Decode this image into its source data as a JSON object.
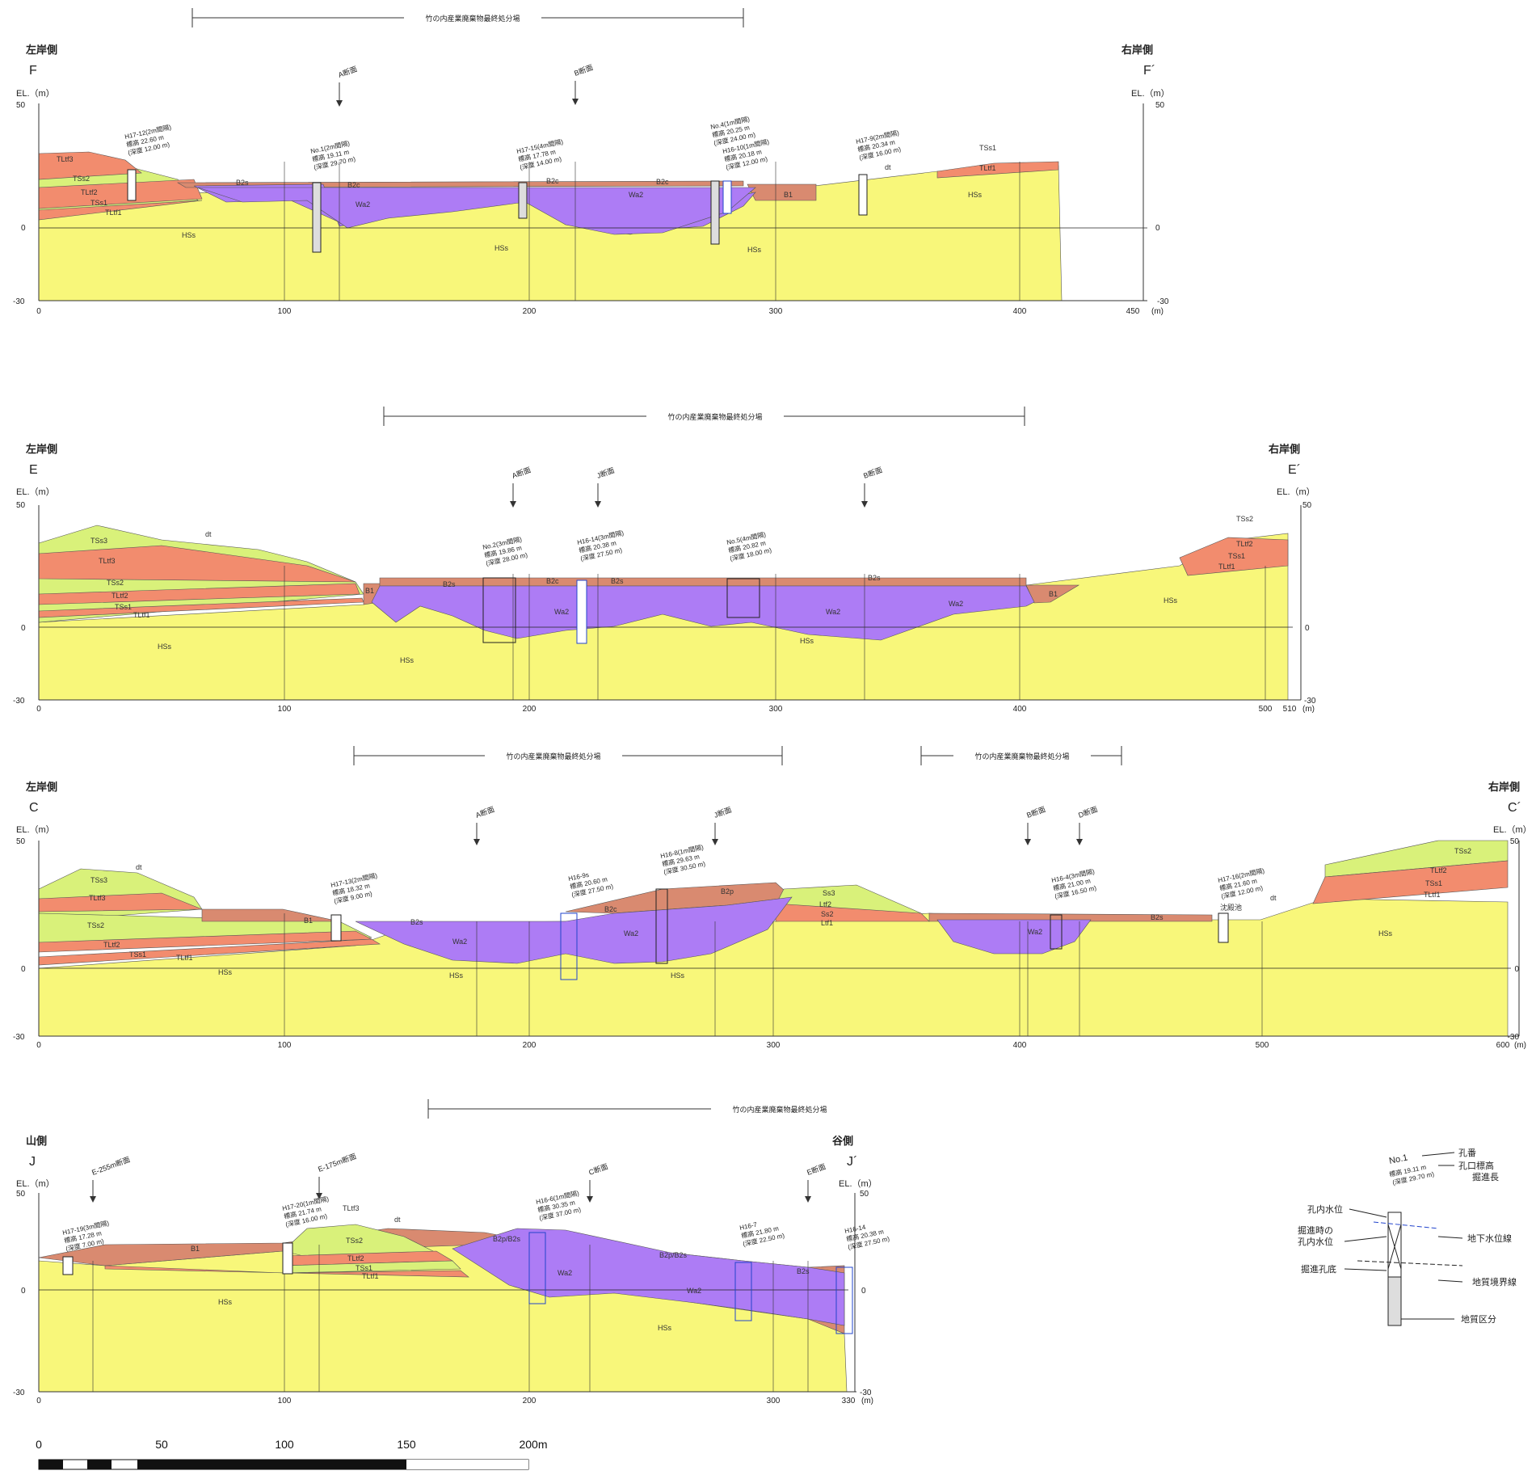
{
  "site_banner": "竹の内産業廃棄物最終処分場",
  "units": {
    "el": "EL.（m）",
    "m": "(m)"
  },
  "sections": [
    {
      "id": "F",
      "left_side": "左岸側",
      "right_side": "右岸側",
      "left_mark": "F",
      "right_mark": "F´",
      "x_ticks": [
        "0",
        "100",
        "200",
        "300",
        "400",
        "450"
      ],
      "y_ticks": [
        "50",
        "0",
        "-30"
      ],
      "refs": [
        "A断面",
        "B断面"
      ],
      "boreholes": [
        {
          "no": "H17-12(2m間隔)",
          "el": "標高 22.60 m",
          "depth": "(深度 12.00 m)"
        },
        {
          "no": "No.1(2m間隔)",
          "el": "標高 19.11 m",
          "depth": "(深度 29.70 m)"
        },
        {
          "no": "H17-15(4m間隔)",
          "el": "標高 17.78 m",
          "depth": "(深度 14.00 m)"
        },
        {
          "no": "No.4(1m間隔)",
          "el": "標高 20.25 m",
          "depth": "(深度 24.00 m)"
        },
        {
          "no": "H16-10(1m間隔)",
          "el": "標高 20.18 m",
          "depth": "(深度 12.00 m)"
        },
        {
          "no": "H17-9(2m間隔)",
          "el": "標高 20.34 m",
          "depth": "(深度 16.00 m)"
        }
      ],
      "layers": [
        "TLtf3",
        "TSs2",
        "TLtf2",
        "TSs1",
        "TLtf1",
        "HSs",
        "B2s",
        "B2c",
        "Wa2",
        "B2c",
        "B2c",
        "HSs",
        "HSs",
        "B1",
        "dt",
        "TSs1",
        "TLtf1",
        "HSs"
      ]
    },
    {
      "id": "E",
      "left_side": "左岸側",
      "right_side": "右岸側",
      "left_mark": "E",
      "right_mark": "E´",
      "x_ticks": [
        "0",
        "100",
        "200",
        "300",
        "400",
        "500",
        "510"
      ],
      "y_ticks": [
        "50",
        "0",
        "-30"
      ],
      "refs": [
        "A断面",
        "J断面",
        "B断面"
      ],
      "boreholes": [
        {
          "no": "No.2(3m間隔)",
          "el": "標高 19.86 m",
          "depth": "(深度 28.00 m)"
        },
        {
          "no": "H16-14(3m間隔)",
          "el": "標高 20.38 m",
          "depth": "(深度 27.50 m)"
        },
        {
          "no": "No.5(4m間隔)",
          "el": "標高 20.82 m",
          "depth": "(深度 18.00 m)"
        }
      ],
      "layers": [
        "TSs3",
        "dt",
        "TLtf3",
        "TSs2",
        "TLtf2",
        "TSs1",
        "TLtf1",
        "HSs",
        "HSs",
        "B1",
        "B2s",
        "B2c",
        "B2s",
        "B2s",
        "Wa2",
        "Wa2",
        "Wa2",
        "HSs",
        "B1",
        "TSs2",
        "TLtf2",
        "TSs1",
        "TLtf1",
        "HSs"
      ]
    },
    {
      "id": "C",
      "left_side": "左岸側",
      "right_side": "右岸側",
      "left_mark": "C",
      "right_mark": "C´",
      "x_ticks": [
        "0",
        "100",
        "200",
        "300",
        "400",
        "500",
        "600"
      ],
      "y_ticks": [
        "50",
        "0",
        "-30"
      ],
      "refs": [
        "A断面",
        "J断面",
        "B断面",
        "D断面"
      ],
      "boreholes": [
        {
          "no": "H17-13(2m間隔)",
          "el": "標高 18.32 m",
          "depth": "(深度 9.00 m)"
        },
        {
          "no": "H16-9s",
          "el": "標高 20.60 m",
          "depth": "(深度 27.50 m)"
        },
        {
          "no": "H16-8(1m間隔)",
          "el": "標高 29.63 m",
          "depth": "(深度 30.50 m)"
        },
        {
          "no": "H16-4(3m間隔)",
          "el": "標高 21.00 m",
          "depth": "(深度 16.50 m)"
        },
        {
          "no": "H17-16(2m間隔)",
          "el": "標高 21.60 m",
          "depth": "(深度 12.00 m)"
        }
      ],
      "layers": [
        "TSs3",
        "dt",
        "TLtf3",
        "TSs2",
        "TLtf2",
        "TSs1",
        "TLtf1",
        "HSs",
        "B1",
        "B2s",
        "B2c",
        "Wa2",
        "Wa2",
        "B2p",
        "HSs",
        "HSs",
        "Ss3",
        "Ltf2",
        "Ss2",
        "Ltf1",
        "Wa2",
        "B2s",
        "沈殿池",
        "dt",
        "TSs2",
        "TLtf2",
        "TSs1",
        "TLtf1",
        "HSs"
      ]
    },
    {
      "id": "J",
      "left_side": "山側",
      "right_side": "谷側",
      "left_mark": "J",
      "right_mark": "J´",
      "x_ticks": [
        "0",
        "100",
        "200",
        "300",
        "330"
      ],
      "y_ticks": [
        "50",
        "0",
        "-30"
      ],
      "refs": [
        "E-255m断面",
        "E-175m断面",
        "C断面",
        "E断面"
      ],
      "boreholes": [
        {
          "no": "H17-19(3m間隔)",
          "el": "標高 17.28 m",
          "depth": "(深度 7.00 m)"
        },
        {
          "no": "H17-20(1m間隔)",
          "el": "標高 21.74 m",
          "depth": "(深度 16.00 m)"
        },
        {
          "no": "H16-6(1m間隔)",
          "el": "標高 30.35 m",
          "depth": "(深度 37.00 m)"
        },
        {
          "no": "H16-7",
          "el": "標高 21.80 m",
          "depth": "(深度 22.50 m)"
        },
        {
          "no": "H16-14",
          "el": "標高 20.38 m",
          "depth": "(深度 27.50 m)"
        }
      ],
      "layers": [
        "B1",
        "TLtf3",
        "dt",
        "TSs2",
        "TLtf2",
        "TSs1",
        "TLtf1",
        "HSs",
        "B2p/B2s",
        "Wa2",
        "B2p/B2s",
        "Wa2",
        "B2s",
        "HSs"
      ]
    }
  ],
  "legend": {
    "sample_no": "No.1",
    "sample_el": "標高 19.11 m",
    "sample_depth": "(深度 29.70 m)",
    "hole_no": "孔番",
    "collar_el": "孔口標高",
    "drill_len": "掘進長",
    "inner_water": "孔内水位",
    "drill_water_1": "掘進時の",
    "drill_water_2": "孔内水位",
    "hole_bottom": "掘進孔底",
    "gw_line": "地下水位線",
    "geo_boundary": "地質境界線",
    "geo_class": "地質区分"
  },
  "scale_bar": {
    "ticks": [
      "0",
      "50",
      "100",
      "150"
    ],
    "end_label": "200m"
  },
  "colors": {
    "HSs": "#f8f77a",
    "TSs": "#d9f17a",
    "TLtf": "#f28c6e",
    "Wa2": "#ad7cf5",
    "B": "#d98a70",
    "water": "#3355dd"
  }
}
